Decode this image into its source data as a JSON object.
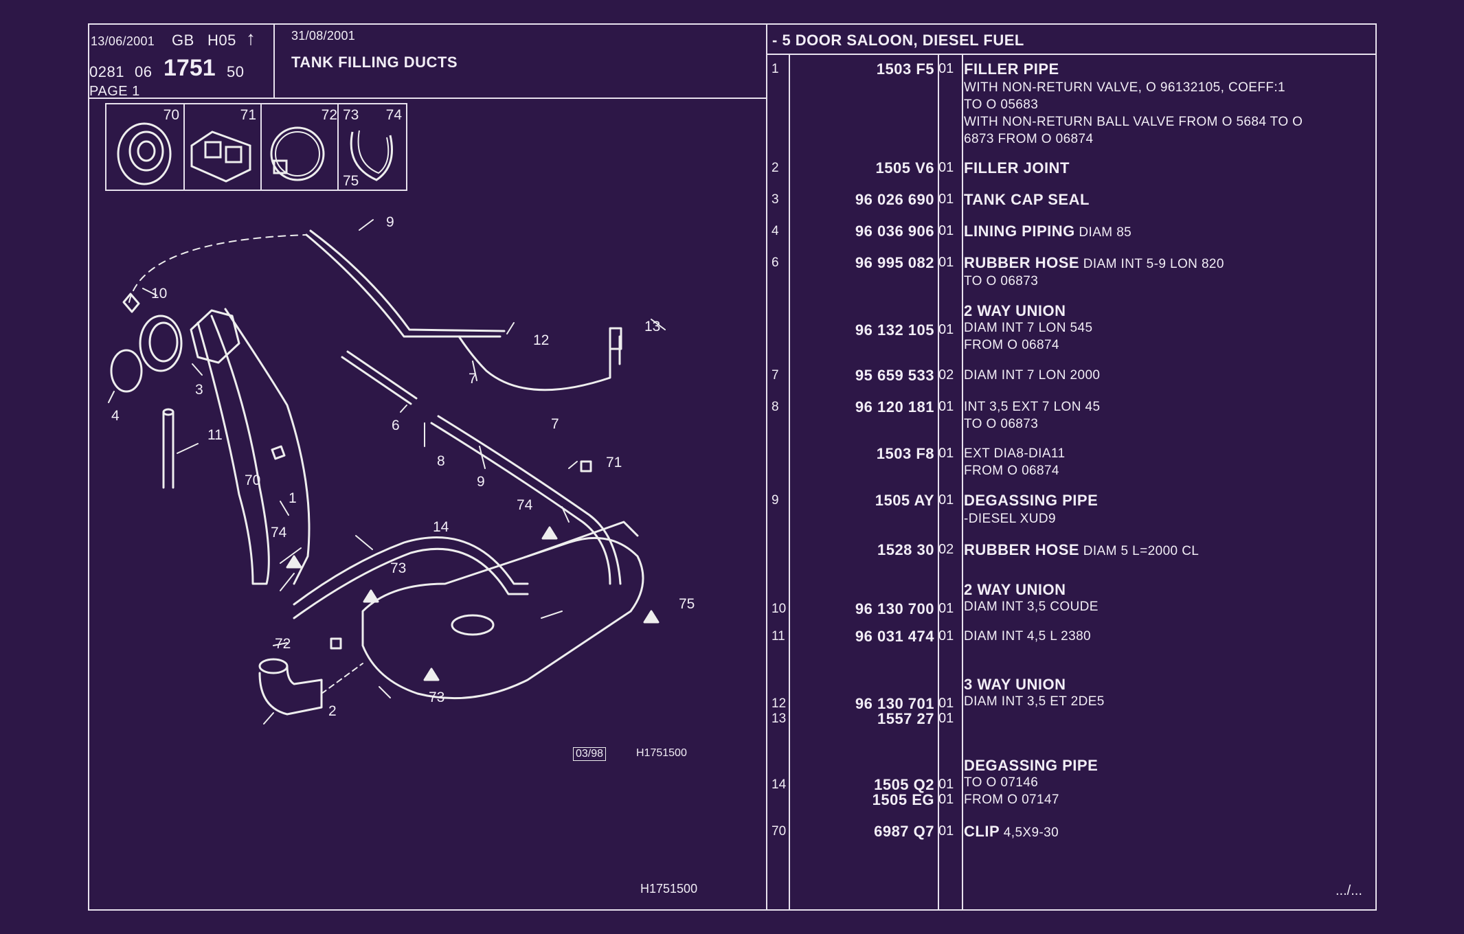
{
  "header": {
    "print_date": "13/06/2001",
    "lang": "GB",
    "code": "H05",
    "arrow": "↑",
    "ref_prefix": "0281",
    "ref_mid": "06",
    "ref_main": "1751",
    "ref_suffix": "50",
    "page": "PAGE 1",
    "update_date": "31/08/2001",
    "title": "TANK FILLING DUCTS",
    "vehicle": "- 5 DOOR SALOON, DIESEL FUEL"
  },
  "thumbnails": [
    "70",
    "71",
    "72",
    "73",
    "74",
    "75"
  ],
  "diagram": {
    "callouts": [
      "9",
      "10",
      "3",
      "4",
      "11",
      "13",
      "12",
      "7",
      "6",
      "8",
      "7",
      "9",
      "71",
      "70",
      "1",
      "74",
      "74",
      "14",
      "73",
      "75",
      "72",
      "2",
      "73"
    ],
    "date_box": "03/98",
    "ref_small": "H1751500",
    "ref_bottom": "H1751500"
  },
  "parts": [
    {
      "idx": "1",
      "ref": "1503 F5",
      "qty": "01",
      "name": "FILLER PIPE",
      "lines": [
        "WITH NON-RETURN VALVE, O 96132105, COEFF:1",
        "TO  O  05683",
        "WITH NON-RETURN BALL VALVE FROM O 5684 TO O",
        "6873 FROM  O  06874"
      ]
    },
    {
      "idx": "2",
      "ref": "1505 V6",
      "qty": "01",
      "name": "FILLER JOINT",
      "lines": []
    },
    {
      "idx": "3",
      "ref": "96 026 690",
      "qty": "01",
      "name": "TANK CAP SEAL",
      "lines": []
    },
    {
      "idx": "4",
      "ref": "96 036 906",
      "qty": "01",
      "name": "LINING PIPING",
      "inline": " DIAM 85",
      "lines": []
    },
    {
      "idx": "6",
      "ref": "96 995 082",
      "qty": "01",
      "name": "RUBBER HOSE",
      "inline": " DIAM INT 5-9 LON 820",
      "lines": [
        "TO  O  06873"
      ]
    },
    {
      "idx": "",
      "ref": "96 132 105",
      "qty": "01",
      "pre": "2 WAY UNION",
      "lines": [
        "DIAM INT 7 LON 545",
        "FROM  O  06874"
      ]
    },
    {
      "idx": "7",
      "ref": "95 659 533",
      "qty": "02",
      "lines": [
        "DIAM INT 7 LON 2000"
      ]
    },
    {
      "idx": "8",
      "ref": "96 120 181",
      "qty": "01",
      "lines": [
        "INT 3,5 EXT 7 LON 45",
        "TO  O  06873"
      ]
    },
    {
      "idx": "",
      "ref": "1503 F8",
      "qty": "01",
      "lines": [
        "EXT DIA8-DIA11",
        "FROM  O  06874"
      ]
    },
    {
      "idx": "9",
      "ref": "1505 AY",
      "qty": "01",
      "name": "DEGASSING PIPE",
      "lines": [
        "-DIESEL XUD9"
      ]
    },
    {
      "idx": "",
      "ref": "1528 30",
      "qty": "02",
      "name": "RUBBER HOSE",
      "inline": " DIAM 5  L=2000 CL",
      "lines": []
    },
    {
      "idx": "10",
      "ref": "96 130 700",
      "qty": "01",
      "pre": "2 WAY UNION",
      "lines": [
        "DIAM INT 3,5 COUDE"
      ]
    },
    {
      "idx": "11",
      "ref": "96 031 474",
      "qty": "01",
      "lines": [
        "DIAM INT 4,5 L 2380"
      ]
    },
    {
      "idx": "12",
      "ref": "96 130 701",
      "qty": "01",
      "pre": "3 WAY UNION",
      "lines": [
        "DIAM INT 3,5 ET 2DE5"
      ]
    },
    {
      "idx": "13",
      "ref": "1557 27",
      "qty": "01",
      "lines": []
    },
    {
      "idx": "14",
      "ref": "1505 Q2",
      "qty": "01",
      "pre": "DEGASSING PIPE",
      "lines": [
        "TO  O  07146"
      ]
    },
    {
      "idx": "",
      "ref": "1505 EG",
      "qty": "01",
      "lines": [
        "FROM  O  07147"
      ]
    },
    {
      "idx": "70",
      "ref": "6987 Q7",
      "qty": "01",
      "name": "CLIP",
      "inline": " 4,5X9-30",
      "lines": []
    }
  ],
  "continuation": ".../..."
}
